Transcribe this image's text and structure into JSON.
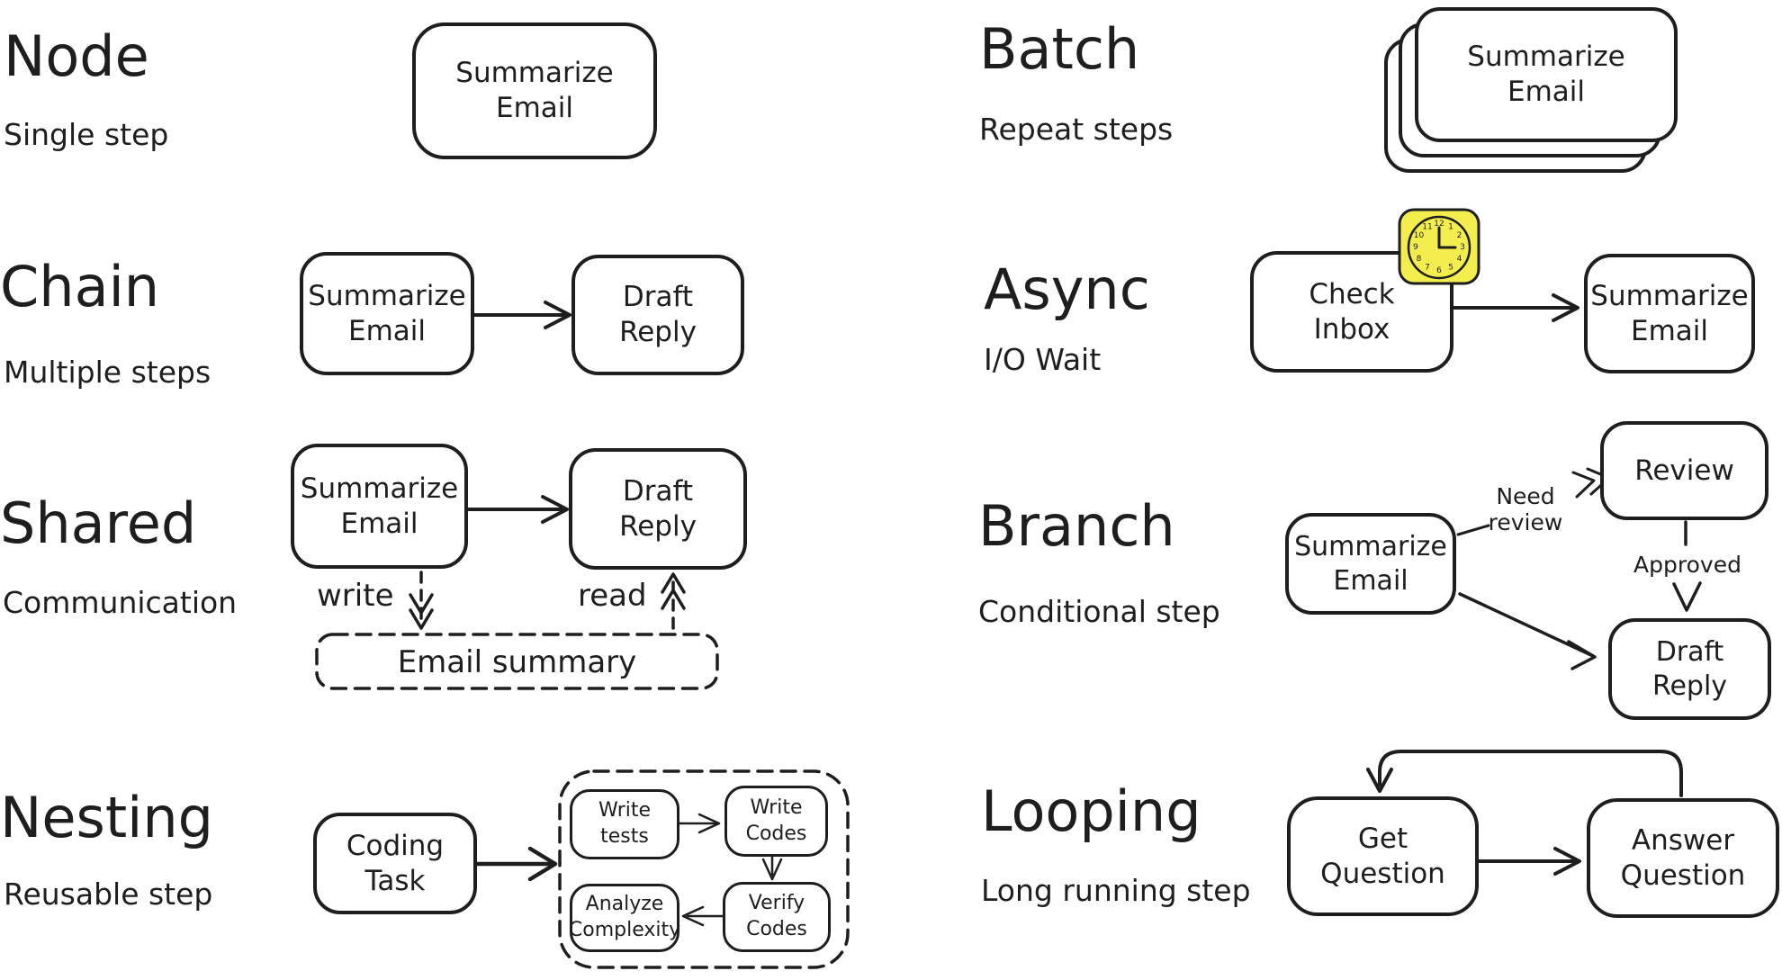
{
  "canvas": {
    "background": "#ffffff",
    "stroke_color": "#1e1e1e",
    "clock_fill": "#f3ee4e"
  },
  "sections": {
    "node": {
      "title": "Node",
      "subtitle": "Single step",
      "box": "Summarize\nEmail"
    },
    "chain": {
      "title": "Chain",
      "subtitle": "Multiple steps",
      "box1": "Summarize\nEmail",
      "box2": "Draft\nReply"
    },
    "shared": {
      "title": "Shared",
      "subtitle": "Communication",
      "box1": "Summarize\nEmail",
      "box2": "Draft\nReply",
      "store": "Email summary",
      "write_label": "write",
      "read_label": "read"
    },
    "nesting": {
      "title": "Nesting",
      "subtitle": "Reusable step",
      "box": "Coding\nTask",
      "inner1": "Write\ntests",
      "inner2": "Write\nCodes",
      "inner3": "Verify\nCodes",
      "inner4": "Analyze\nComplexity"
    },
    "batch": {
      "title": "Batch",
      "subtitle": "Repeat steps",
      "box": "Summarize\nEmail"
    },
    "async": {
      "title": "Async",
      "subtitle": "I/O Wait",
      "box1": "Check\nInbox",
      "box2": "Summarize\nEmail",
      "clock_numbers": [
        "1",
        "2",
        "3",
        "4",
        "5",
        "6",
        "7",
        "8",
        "9",
        "10",
        "11",
        "12"
      ]
    },
    "branch": {
      "title": "Branch",
      "subtitle": "Conditional step",
      "box1": "Summarize\nEmail",
      "box2": "Review",
      "box3": "Draft\nReply",
      "edge1_label": "Need\nreview",
      "edge2_label": "Approved"
    },
    "looping": {
      "title": "Looping",
      "subtitle": "Long running step",
      "box1": "Get\nQuestion",
      "box2": "Answer\nQuestion"
    }
  }
}
